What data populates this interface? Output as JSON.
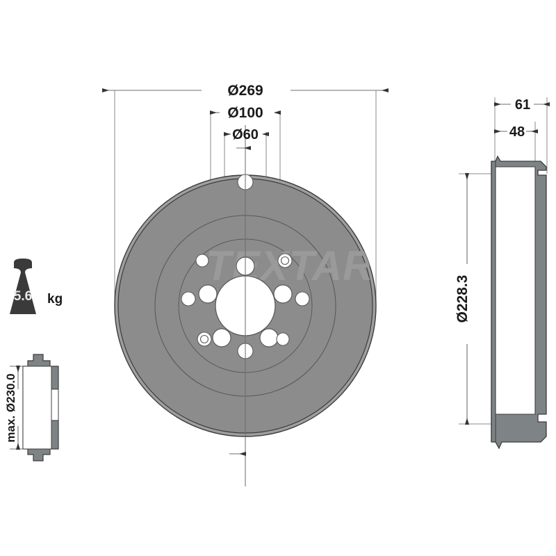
{
  "drawing": {
    "title": "brake-drum-technical-drawing",
    "brand_watermark": "TEXTAR",
    "weight": {
      "value": "5.6",
      "unit": "kg",
      "icon": "weight-icon"
    },
    "dimensions": {
      "outer_diameter": "Ø269",
      "bolt_circle_diameter": "Ø100",
      "center_bore_diameter": "Ø60",
      "overall_width": "61",
      "inner_width": "48",
      "inner_drum_diameter": "Ø228.3",
      "max_wear_diameter": "max. Ø230.0"
    },
    "colors": {
      "body_fill": "#8c8c8c",
      "rim_fill": "#9e9e9e",
      "section_fill": "#7e8386",
      "outline": "#3c3c3c",
      "watermark": "#9a9a9a",
      "dim_line": "#6e6e6e",
      "text": "#1a1a1a",
      "weight_icon": "#3a3a3a",
      "hole_fill": "#ffffff"
    }
  }
}
